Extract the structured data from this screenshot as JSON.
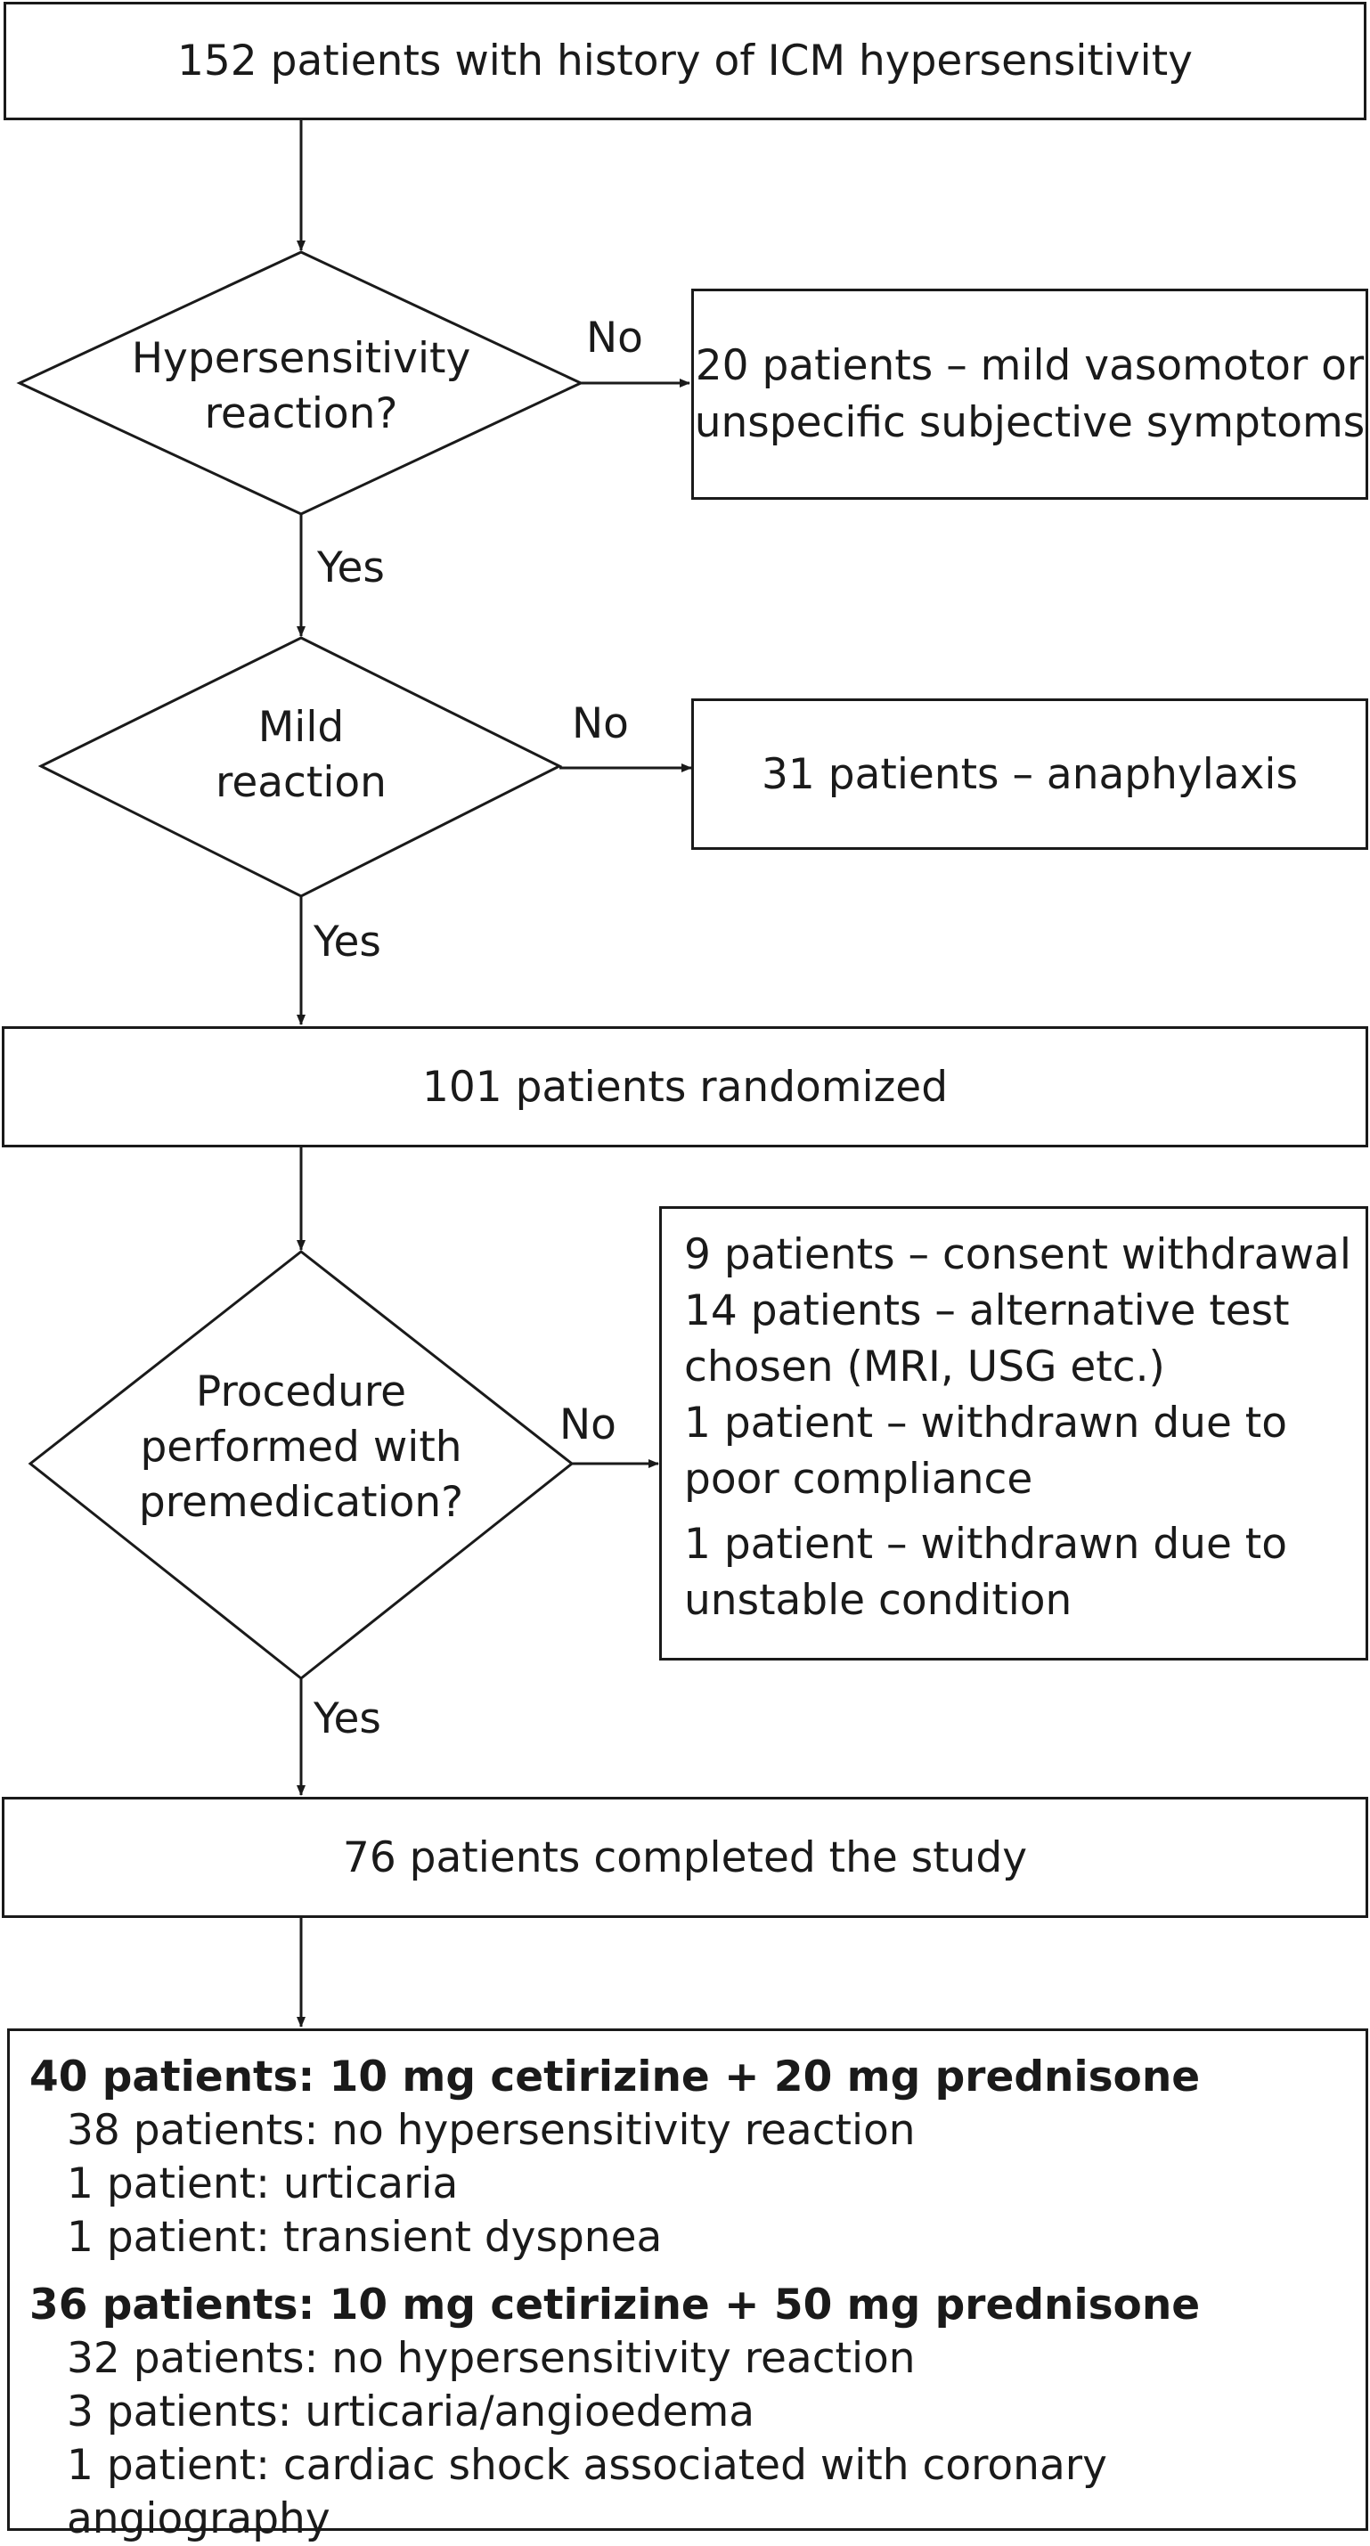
{
  "start": "152 patients with history of ICM hypersensitivity",
  "decision1": {
    "line1": "Hypersensitivity",
    "line2": "reaction?",
    "no": "No",
    "yes": "Yes"
  },
  "exclude1": {
    "line1": "20 patients – mild vasomotor or",
    "line2": "unspecific subjective symptoms"
  },
  "decision2": {
    "line1": "Mild",
    "line2": "reaction",
    "no": "No",
    "yes": "Yes"
  },
  "exclude2": "31 patients – anaphylaxis",
  "randomized": "101 patients randomized",
  "decision3": {
    "line1": "Procedure",
    "line2": "performed with",
    "line3": "premedication?",
    "no": "No",
    "yes": "Yes"
  },
  "exclude3": {
    "l1": "9 patients – consent withdrawal",
    "l2": "14 patients – alternative test",
    "l3": "chosen (MRI, USG etc.)",
    "l4": "1 patient – withdrawn due to",
    "l5": "poor compliance",
    "l6": "1 patient – withdrawn due to",
    "l7": "unstable condition"
  },
  "completed": "76 patients completed the study",
  "group1": {
    "title": "40 patients: 10 mg cetirizine + 20 mg prednisone",
    "items": [
      "38 patients: no hypersensitivity reaction",
      "1 patient: urticaria",
      "1 patient: transient dyspnea"
    ]
  },
  "group2": {
    "title": "36 patients: 10 mg cetirizine + 50 mg prednisone",
    "items": [
      "32 patients: no hypersensitivity reaction",
      "3 patients: urticaria/angioedema",
      "1 patient: cardiac shock associated with coronary angiography"
    ]
  }
}
